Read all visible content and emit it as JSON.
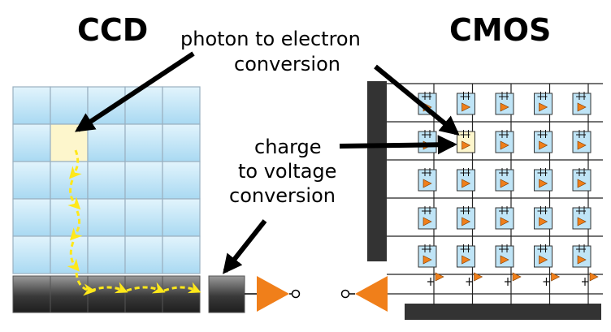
{
  "titles": {
    "ccd": "CCD",
    "cmos": "CMOS"
  },
  "annotations": {
    "photon_line1": "photon to electron",
    "photon_line2": "conversion",
    "charge_line1": "charge",
    "charge_line2": "to voltage",
    "charge_line3": "conversion"
  },
  "colors": {
    "pixel_blue": "#bfe4f6",
    "pixel_highlight": "#fdf6cc",
    "grid_line": "#9ab0c0",
    "charge_path": "#ffe81a",
    "amplifier": "#f07f1a",
    "bus_dark": "#333333",
    "arrow": "#000000"
  },
  "icons": {
    "amplifier": "triangle-amplifier-icon",
    "transistor": "transistor-switch-icon"
  }
}
